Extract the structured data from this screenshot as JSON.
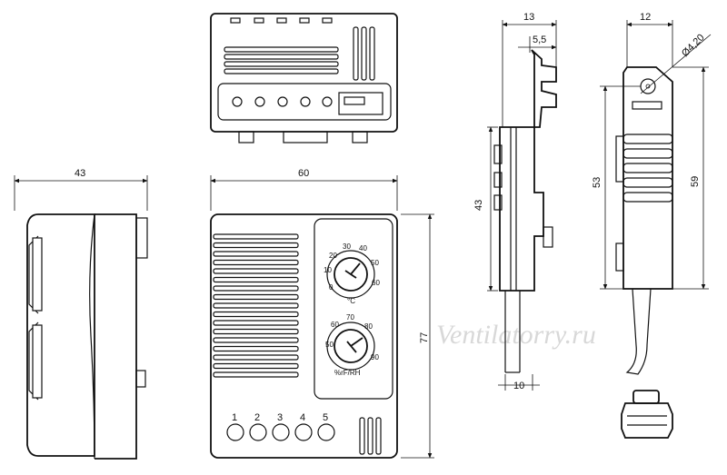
{
  "dimensions": {
    "side_depth": "43",
    "front_width": "60",
    "front_height": "77",
    "clip_width": "13",
    "clip_offset": "5,5",
    "clip_height": "43",
    "clip_base": "10",
    "rear_width": "12",
    "rear_hole": "Ø4,20",
    "rear_height_inner": "53",
    "rear_height_outer": "59"
  },
  "dials": {
    "upper_scale": [
      "0",
      "10",
      "20",
      "30",
      "40",
      "50",
      "60"
    ],
    "upper_unit": "°C",
    "lower_scale": [
      "50",
      "60",
      "70",
      "80",
      "90"
    ],
    "lower_unit": "%rF/RH"
  },
  "terminals": [
    "1",
    "2",
    "3",
    "4",
    "5"
  ],
  "watermark": "Ventilatorry.ru",
  "colors": {
    "line": "#111111",
    "background": "#ffffff",
    "watermark": "#d8d8d8"
  }
}
